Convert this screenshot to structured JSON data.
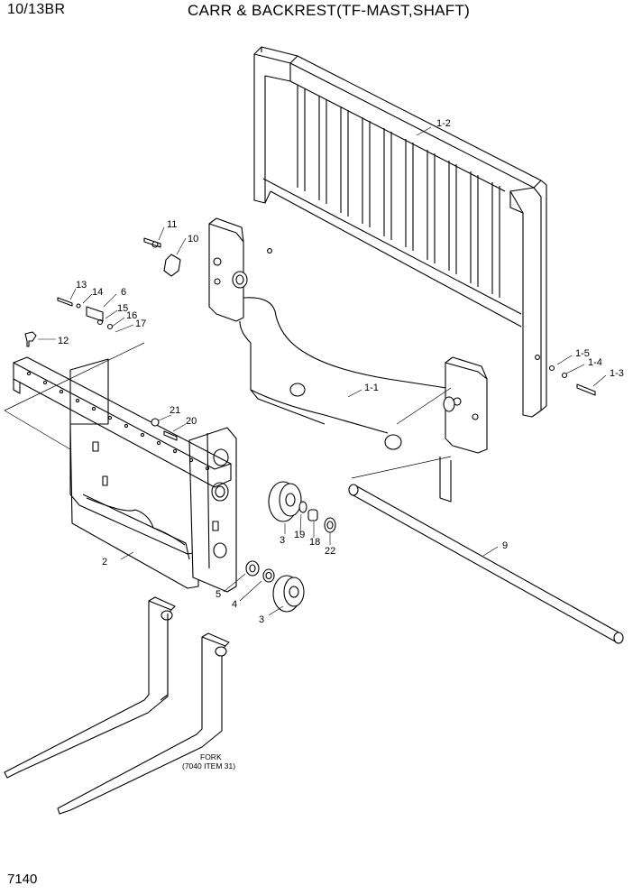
{
  "header": {
    "model": "10/13BR",
    "title": "CARR & BACKREST(TF-MAST,SHAFT)"
  },
  "footer": {
    "page_number": "7140"
  },
  "labels": {
    "p1_2": "1-2",
    "p1_1": "1-1",
    "p1_5": "1-5",
    "p1_4": "1-4",
    "p1_3": "1-3",
    "p2": "2",
    "p3a": "3",
    "p3b": "3",
    "p4": "4",
    "p5": "5",
    "p6": "6",
    "p9": "9",
    "p10": "10",
    "p11": "11",
    "p12": "12",
    "p13": "13",
    "p14": "14",
    "p15": "15",
    "p16": "16",
    "p17": "17",
    "p18": "18",
    "p19": "19",
    "p20": "20",
    "p21": "21",
    "p22": "22"
  },
  "fork_note": {
    "line1": "FORK",
    "line2": "(7040 ITEM 31)"
  }
}
